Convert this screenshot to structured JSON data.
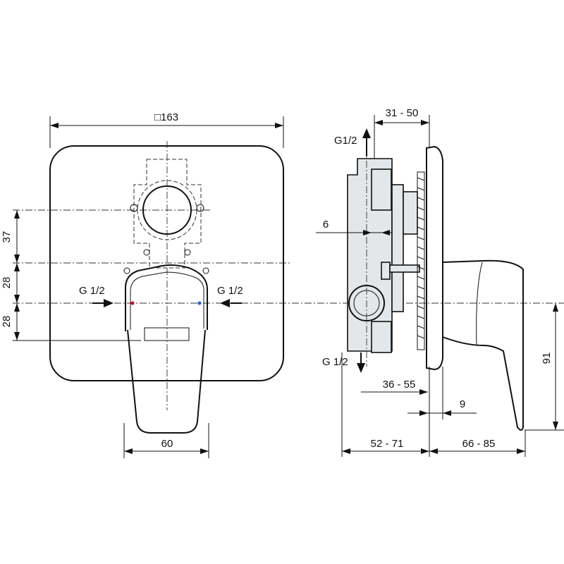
{
  "front_view": {
    "width_label": "□163",
    "dim_37": "37",
    "dim_28_upper": "28",
    "dim_28_lower": "28",
    "dim_60": "60",
    "inlet_left": "G 1/2",
    "inlet_right": "G 1/2"
  },
  "side_view": {
    "dim_31_50": "31 - 50",
    "outlet_top": "G1/2",
    "dim_6": "6",
    "outlet_bottom": "G 1/2",
    "dim_36_55": "36 - 55",
    "dim_9": "9",
    "dim_52_71": "52 - 71",
    "dim_66_85": "66 - 85",
    "dim_91": "91"
  },
  "colors": {
    "line": "#111111",
    "body_fill": "#e3e7e9",
    "hot_marker": "#d0021b",
    "cold_marker": "#1e5bd8"
  }
}
